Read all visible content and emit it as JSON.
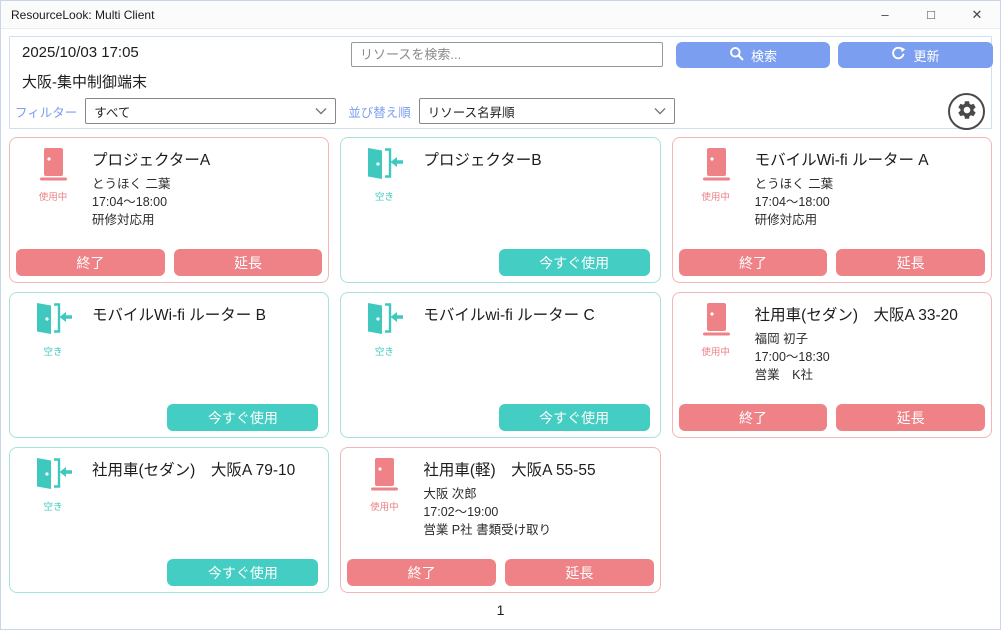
{
  "window": {
    "title": "ResourceLook: Multi Client",
    "controls": {
      "minimize": "–",
      "maximize": "□",
      "close": "✕"
    }
  },
  "header": {
    "datetime": "2025/10/03 17:05",
    "terminal_name": "大阪-集中制御端末",
    "search": {
      "placeholder": "リソースを検索...",
      "value": ""
    },
    "search_button": "検索",
    "refresh_button": "更新",
    "filter_label": "フィルター",
    "filter_value": "すべて",
    "sort_label": "並び替え順",
    "sort_value": "リソース名昇順"
  },
  "statuses": {
    "in_use": "使用中",
    "available": "空き"
  },
  "actions": {
    "end": "終了",
    "extend": "延長",
    "use_now": "今すぐ使用"
  },
  "icons": {
    "search": "magnifier",
    "refresh": "circular-arrow",
    "settings": "gear-in-circle",
    "in_use": "closed-door",
    "available": "open-door-with-arrow",
    "dropdown": "chevron-down"
  },
  "colors": {
    "accent_blue": "#7c9ef0",
    "in_use": "#ee8287",
    "in_use_border": "#f3b6b9",
    "available": "#44cdc2",
    "available_border": "#a5e2dd"
  },
  "cards": [
    {
      "name": "プロジェクターA",
      "status": "in_use",
      "status_label": "使用中",
      "user": "とうほく 二葉",
      "time": "17:04～18:00",
      "note": "研修対応用"
    },
    {
      "name": "プロジェクターB",
      "status": "available",
      "status_label": "空き",
      "user": "",
      "time": "",
      "note": ""
    },
    {
      "name": "モバイルWi-fi ルーター A",
      "status": "in_use",
      "status_label": "使用中",
      "user": "とうほく 二葉",
      "time": "17:04～18:00",
      "note": "研修対応用"
    },
    {
      "name": "モバイルWi-fi ルーター B",
      "status": "available",
      "status_label": "空き",
      "user": "",
      "time": "",
      "note": ""
    },
    {
      "name": "モバイルwi-fi ルーター C",
      "status": "available",
      "status_label": "空き",
      "user": "",
      "time": "",
      "note": ""
    },
    {
      "name": "社用車(セダン)　大阪A 33-20",
      "status": "in_use",
      "status_label": "使用中",
      "user": "福岡 初子",
      "time": "17:00～18:30",
      "note": "営業　K社"
    },
    {
      "name": "社用車(セダン)　大阪A 79-10",
      "status": "available",
      "status_label": "空き",
      "user": "",
      "time": "",
      "note": ""
    },
    {
      "name": "社用車(軽)　大阪A 55-55",
      "status": "in_use",
      "status_label": "使用中",
      "user": "大阪 次郎",
      "time": "17:02～19:00",
      "note": "営業 P社 書類受け取り"
    }
  ],
  "pagination": {
    "current_page": "1"
  }
}
